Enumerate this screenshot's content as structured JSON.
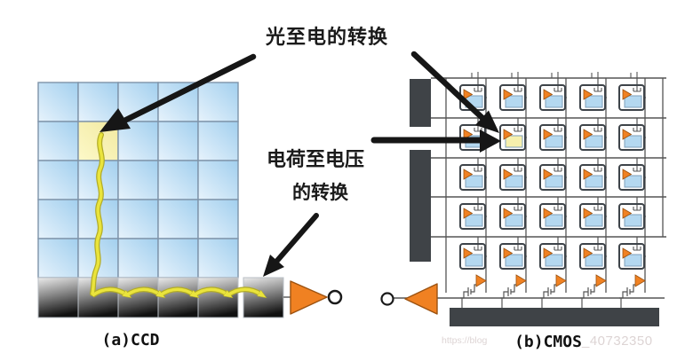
{
  "canvas": {
    "background": "#ffffff"
  },
  "annotations": {
    "light_to_electric": "光至电的转换",
    "charge_to_voltage_line1": "电荷至电压",
    "charge_to_voltage_line2": "的转换"
  },
  "ccd": {
    "caption": "(a)CCD",
    "columns": 5,
    "photo_rows": 5,
    "readout_rows": 1,
    "highlight": {
      "row": 2,
      "col": 2
    }
  },
  "cmos": {
    "caption": "(b)CMOS",
    "columns": 5,
    "rows": 5,
    "highlight": {
      "row": 2,
      "col": 2
    }
  },
  "watermark": {
    "left_fragment": "https://blog",
    "right_fragment": "_40732350"
  },
  "colors": {
    "cell_blue_light": "#e7f3fc",
    "cell_blue_dark": "#a2cfee",
    "grid_line": "#7e93a9",
    "highlight_light": "#fdf9c9",
    "highlight_dark": "#f1e9a0",
    "gray_light": "#e8e8e8",
    "gray_mid": "#8a8a8a",
    "gray_dark": "#101010",
    "gray_cell_border": "#b9bfc6",
    "charge_yellow": "#eae43c",
    "charge_yellow_edge": "#b2ac28",
    "orange": "#f08122",
    "orange_edge": "#9c5210",
    "arrow_black": "#161616",
    "cmos_bar": "#3f4347",
    "cmos_line": "#555555",
    "cmos_cell_border": "#3d4349",
    "photodiode_blue": "#b4d8f0",
    "photodiode_border": "#7f9fba",
    "pixel_highlight": "#f6f0ad",
    "watermark": "#ddd4d4",
    "text": "#1a1a1a"
  }
}
